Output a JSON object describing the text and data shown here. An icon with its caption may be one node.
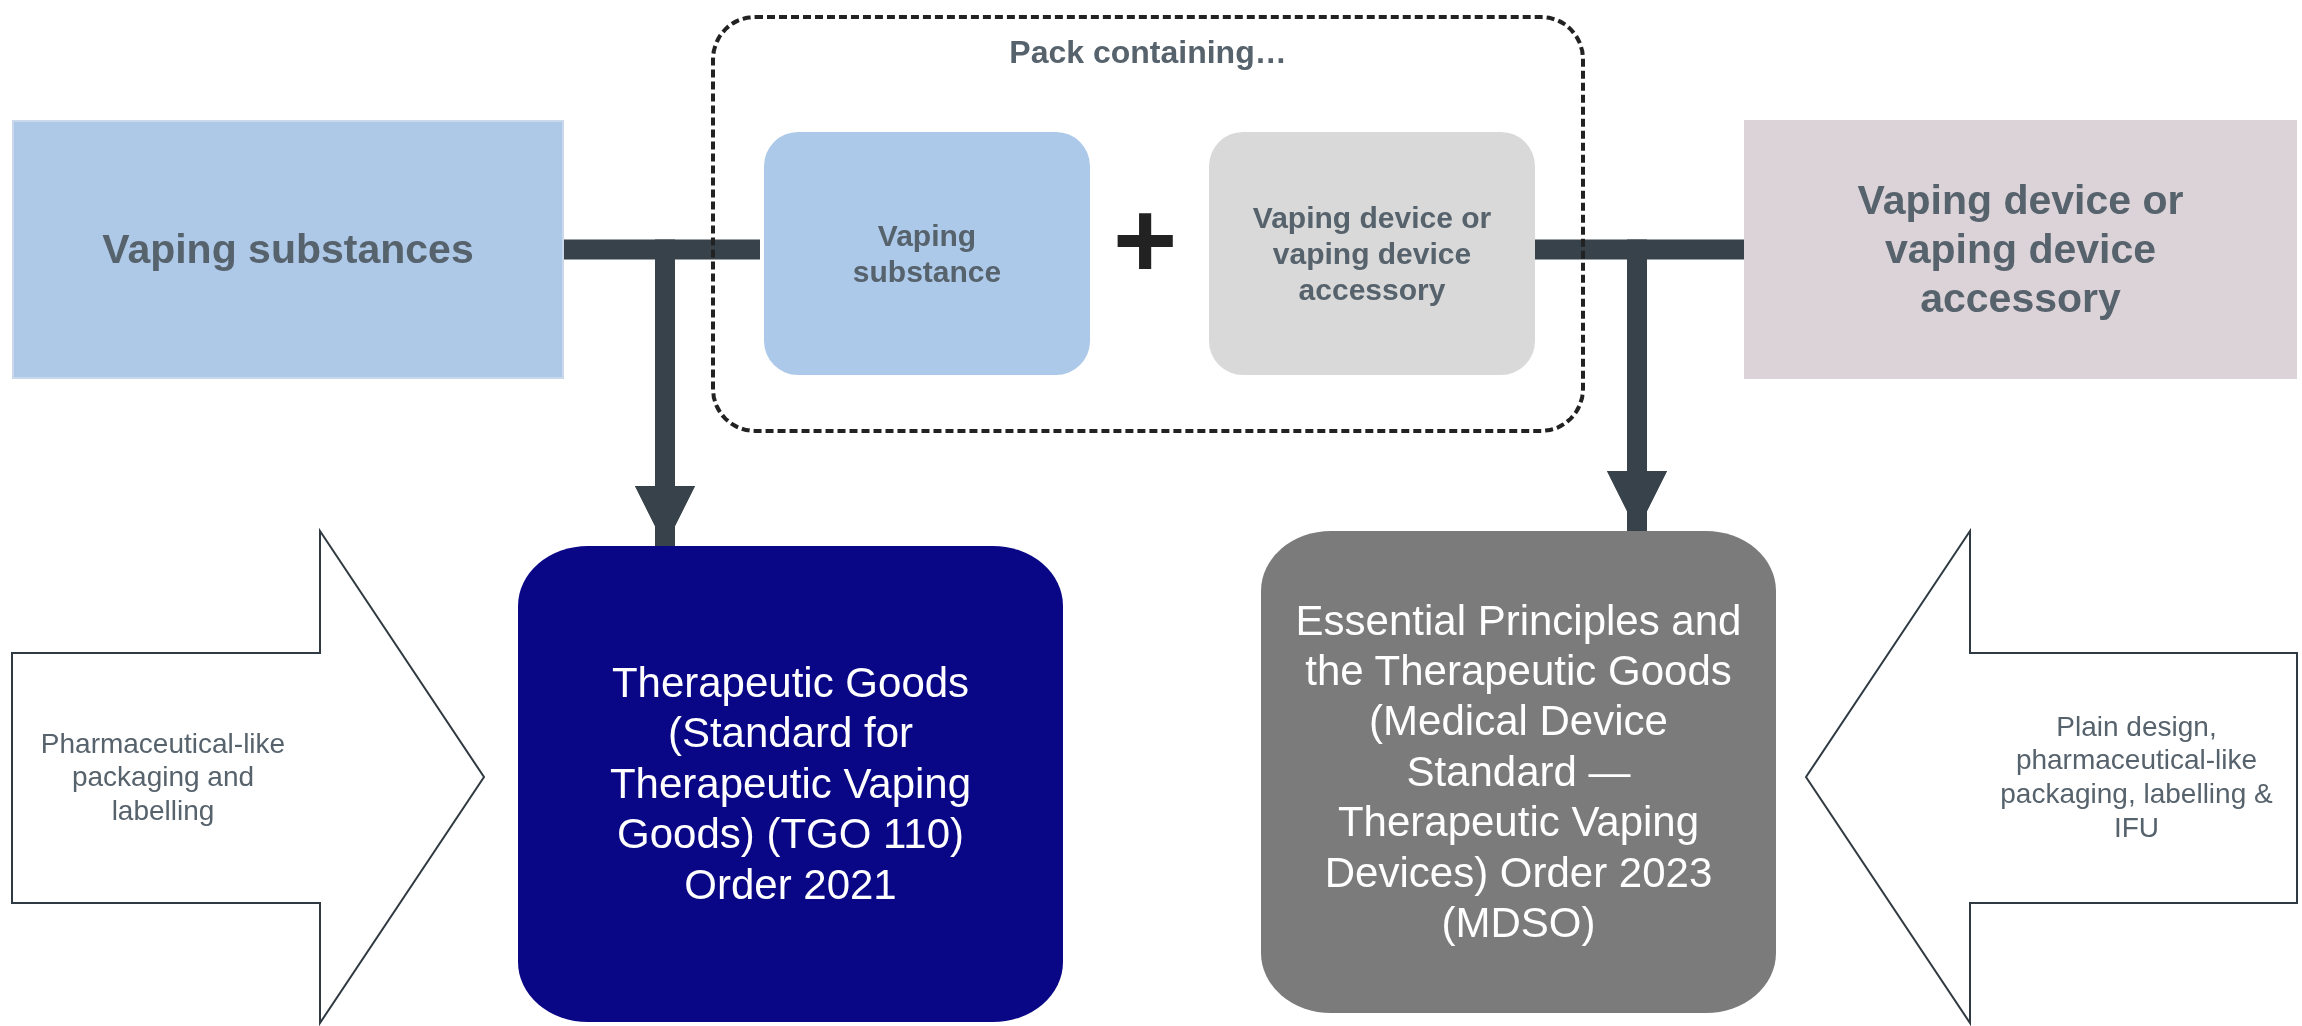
{
  "diagram": {
    "nodes": [
      {
        "text": [
          "Vaping substances"
        ]
      },
      {
        "text": [
          "Pack containing…"
        ]
      },
      {
        "text": [
          "Vaping substance"
        ],
        "in": 1
      },
      {
        "text": [
          "Vaping device or vaping device accessory"
        ],
        "in": 1
      },
      {
        "text": [
          "Vaping device or vaping device accessory"
        ]
      },
      {
        "text": [
          "Therapeutic Goods (Standard for Therapeutic Vaping Goods) (TGO 110) Order 2021"
        ]
      },
      {
        "text": [
          "Essential Principles and the Therapeutic Goods (Medical Device Standard — Therapeutic Vaping Devices) Order 2023 (MDSO)"
        ]
      },
      {
        "text": [
          "Pharmaceutical-like packaging and labelling"
        ]
      },
      {
        "text": [
          "Plain design, pharmaceutical-like packaging, labelling & IFU"
        ]
      }
    ],
    "edges": [
      {
        "from": 0,
        "to": 5,
        "arrow": "to"
      },
      {
        "from": 2,
        "to": 5,
        "arrow": "to"
      },
      {
        "from": 3,
        "to": 6,
        "arrow": "to"
      },
      {
        "from": 4,
        "to": 6,
        "arrow": "to"
      }
    ],
    "labels": [
      "+"
    ]
  }
}
